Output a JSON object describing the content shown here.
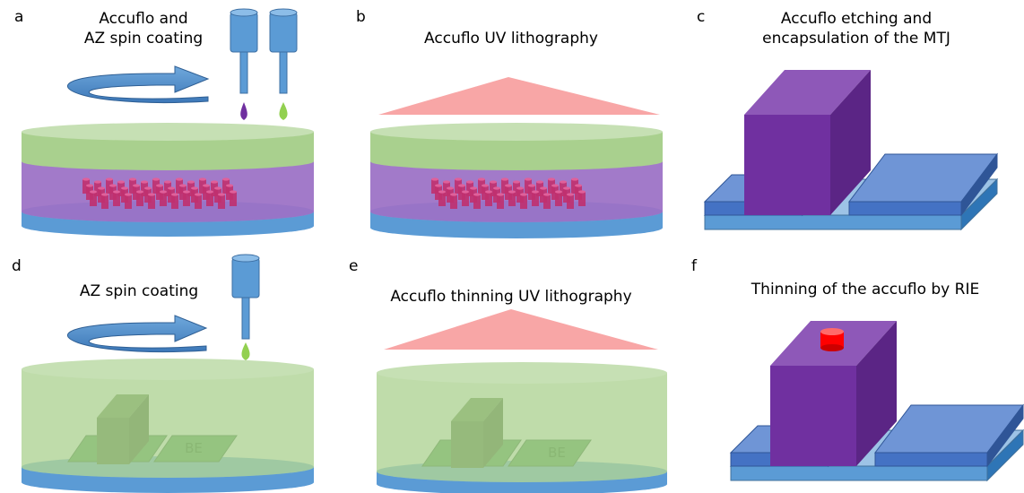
{
  "panels": {
    "a": {
      "letter": "a",
      "caption_line1": "Accuflo and",
      "caption_line2": "AZ spin coating"
    },
    "b": {
      "letter": "b",
      "caption": "Accuflo UV lithography"
    },
    "c": {
      "letter": "c",
      "caption_line1": "Accuflo etching and",
      "caption_line2": "encapsulation of the MTJ"
    },
    "d": {
      "letter": "d",
      "caption": "AZ spin coating"
    },
    "e": {
      "letter": "e",
      "caption": "Accuflo thinning UV lithography"
    },
    "f": {
      "letter": "f",
      "caption": "Thinning of the accuflo by RIE"
    }
  },
  "be_label": "BE",
  "colors": {
    "substrate": "#5b9bd5",
    "accuflo": "#9a6fc4",
    "az_resist": "#a9d08e",
    "uv_light": "#f8a6a6",
    "mtj_pillar": "#c0306e",
    "encapsulation_block": "#7030a0",
    "electrode": "#4472c4",
    "thinned_pillar": "#ff0000",
    "dispenser": "#5b9bd5",
    "drop_accuflo": "#7030a0",
    "drop_az": "#92d050"
  }
}
